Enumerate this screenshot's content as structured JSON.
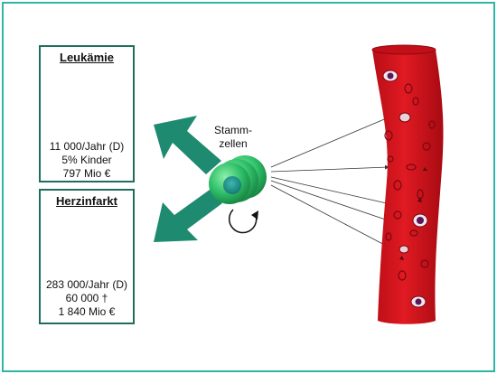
{
  "leukemia": {
    "title": "Leukämie",
    "lines": [
      "11 000/Jahr (D)",
      "5% Kinder",
      "797 Mio €"
    ]
  },
  "heart_attack": {
    "title": "Herzinfarkt",
    "lines": [
      "283 000/Jahr (D)",
      "60 000 †",
      "1 840 Mio €"
    ]
  },
  "stem_cells": {
    "label_line1": "Stamm-",
    "label_line2": "zellen"
  },
  "colors": {
    "frame": "#2fb5a6",
    "box_border": "#1f6e5d",
    "arrow": "#1e8a70",
    "cell": "#2fc06a",
    "vessel": "#d8141e",
    "cross": "#e61e25"
  }
}
